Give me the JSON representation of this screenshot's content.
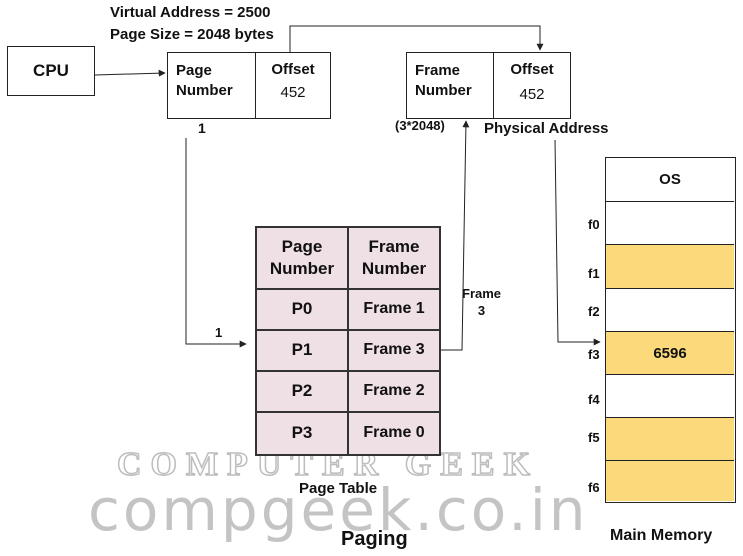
{
  "header": {
    "virtual_address": "Virtual Address = 2500",
    "page_size": "Page Size = 2048 bytes"
  },
  "cpu": {
    "label": "CPU"
  },
  "logical_address": {
    "page_number_label": "Page\nNumber",
    "offset_label": "Offset",
    "offset_value": "452",
    "page_number_value": "1"
  },
  "physical_address": {
    "frame_number_label": "Frame\nNumber",
    "offset_label": "Offset",
    "offset_value": "452",
    "frame_calc": "(3*2048)",
    "caption": "Physical Address"
  },
  "arrow_labels": {
    "page_index": "1",
    "frame_note": "Frame\n3"
  },
  "page_table": {
    "caption": "Page Table",
    "headers": [
      "Page\nNumber",
      "Frame\nNumber"
    ],
    "rows": [
      {
        "page": "P0",
        "frame": "Frame 1"
      },
      {
        "page": "P1",
        "frame": "Frame 3"
      },
      {
        "page": "P2",
        "frame": "Frame 2"
      },
      {
        "page": "P3",
        "frame": "Frame 0"
      }
    ]
  },
  "main_memory": {
    "caption": "Main Memory",
    "cells": [
      {
        "label": "",
        "content": "OS",
        "filled": false
      },
      {
        "label": "f0",
        "content": "",
        "filled": false
      },
      {
        "label": "f1",
        "content": "",
        "filled": true
      },
      {
        "label": "f2",
        "content": "",
        "filled": false
      },
      {
        "label": "f3",
        "content": "6596",
        "filled": true
      },
      {
        "label": "f4",
        "content": "",
        "filled": false
      },
      {
        "label": "f5",
        "content": "",
        "filled": true
      },
      {
        "label": "f6",
        "content": "",
        "filled": true
      }
    ]
  },
  "title": "Paging",
  "watermark": {
    "line1": "COMPUTER GEEK",
    "line2": "compgeek.co.in"
  },
  "colors": {
    "page_table_fill": "#efe0e6",
    "memory_fill": "#fcd97a",
    "line": "#222222"
  }
}
